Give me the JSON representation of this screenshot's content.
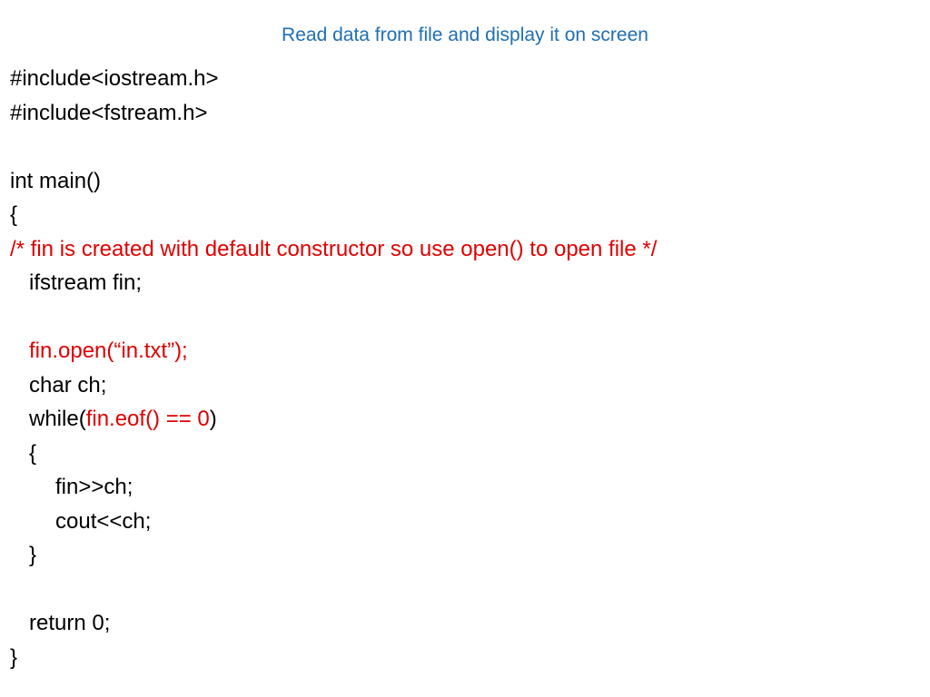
{
  "colors": {
    "title": "#1f6fb4",
    "code_text": "#000000",
    "highlight": "#e00000",
    "background": "#ffffff"
  },
  "slide": {
    "title": "Read data from file and display it on screen",
    "code": {
      "include_iostream": "#include<iostream.h>",
      "include_fstream": "#include<fstream.h>",
      "main_signature": "int main()",
      "open_brace": "{",
      "comment": "/* fin is created with default constructor so use open() to open file */",
      "declare_fin": "ifstream fin;",
      "open_call": "fin.open(“in.txt”);",
      "declare_ch": "char ch;",
      "while_keyword": "while(",
      "while_condition": "fin.eof() == 0",
      "while_close": ")",
      "loop_open_brace": "{",
      "read_stmt": "fin>>ch;",
      "print_stmt": "cout<<ch;",
      "loop_close_brace": "}",
      "return_stmt": "return 0;",
      "close_brace": "}"
    }
  }
}
